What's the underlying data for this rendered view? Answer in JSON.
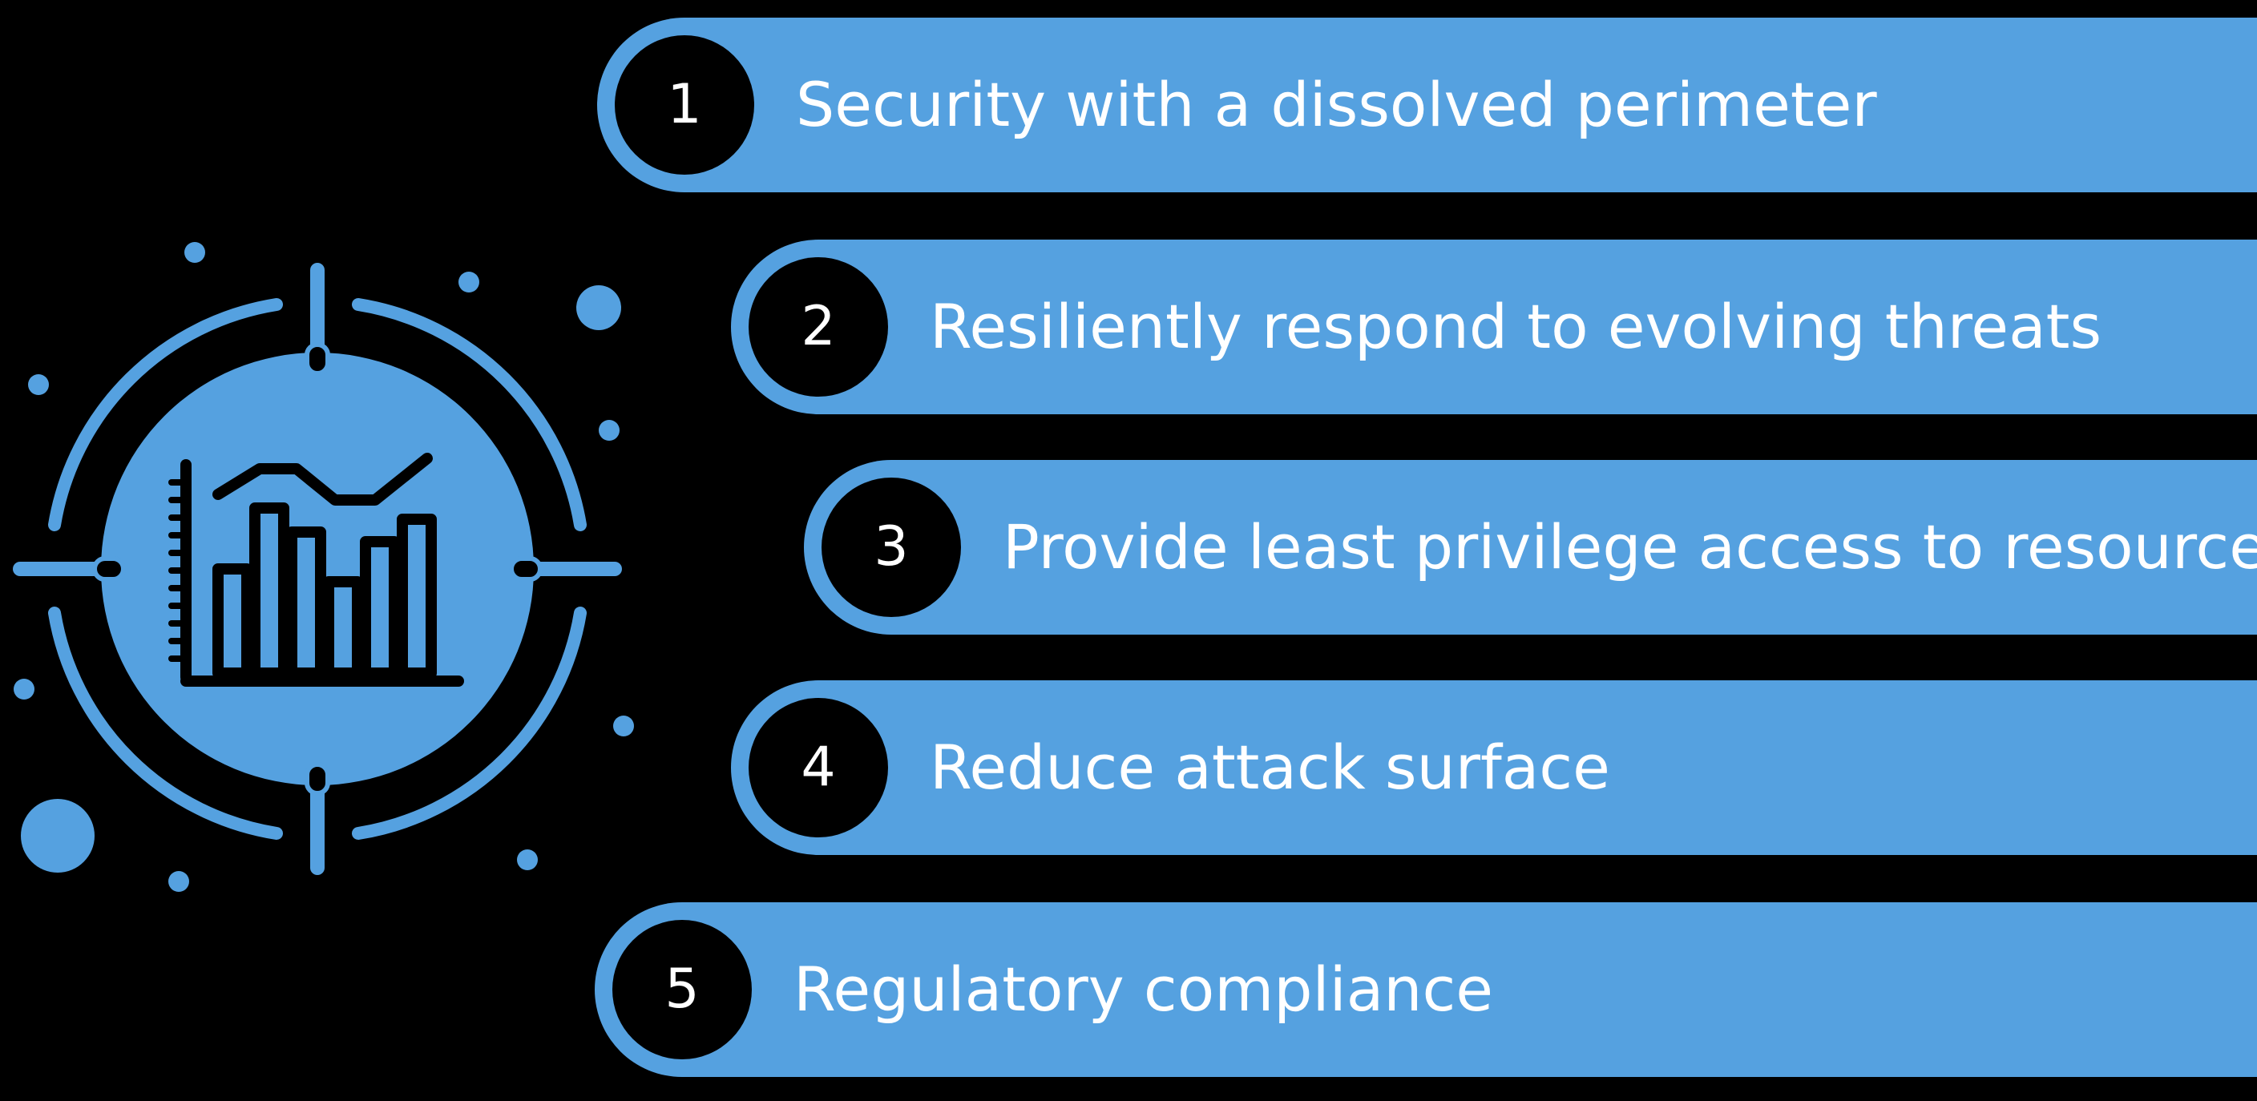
{
  "colors": {
    "accent": "#55a1e0",
    "background": "#000000",
    "text": "#ffffff"
  },
  "icon": {
    "name": "target-analytics-icon"
  },
  "items": [
    {
      "number": "1",
      "text": "Security with a dissolved perimeter"
    },
    {
      "number": "2",
      "text": "Resiliently respond to evolving threats"
    },
    {
      "number": "3",
      "text": "Provide least privilege access to resources"
    },
    {
      "number": "4",
      "text": "Reduce attack surface"
    },
    {
      "number": "5",
      "text": "Regulatory compliance"
    }
  ]
}
